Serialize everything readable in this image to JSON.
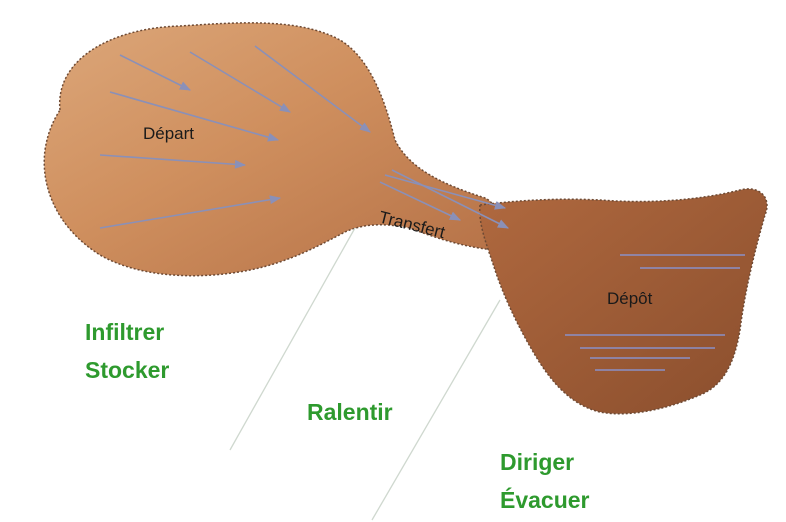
{
  "zones": {
    "depart": "Départ",
    "transfert": "Transfert",
    "depot": "Dépôt"
  },
  "actions": {
    "line1": "Infiltrer",
    "line2": "Stocker",
    "ralentir": "Ralentir",
    "diriger": "Diriger",
    "evacuer": "Évacuer"
  },
  "colors": {
    "action_text": "#2e9a2e",
    "basin_light": "#d9a172",
    "basin_dark": "#9a5a36",
    "arrow": "#8a90b8",
    "water_lines": "#8a90c8",
    "guide_lines": "#cfd8cf"
  }
}
